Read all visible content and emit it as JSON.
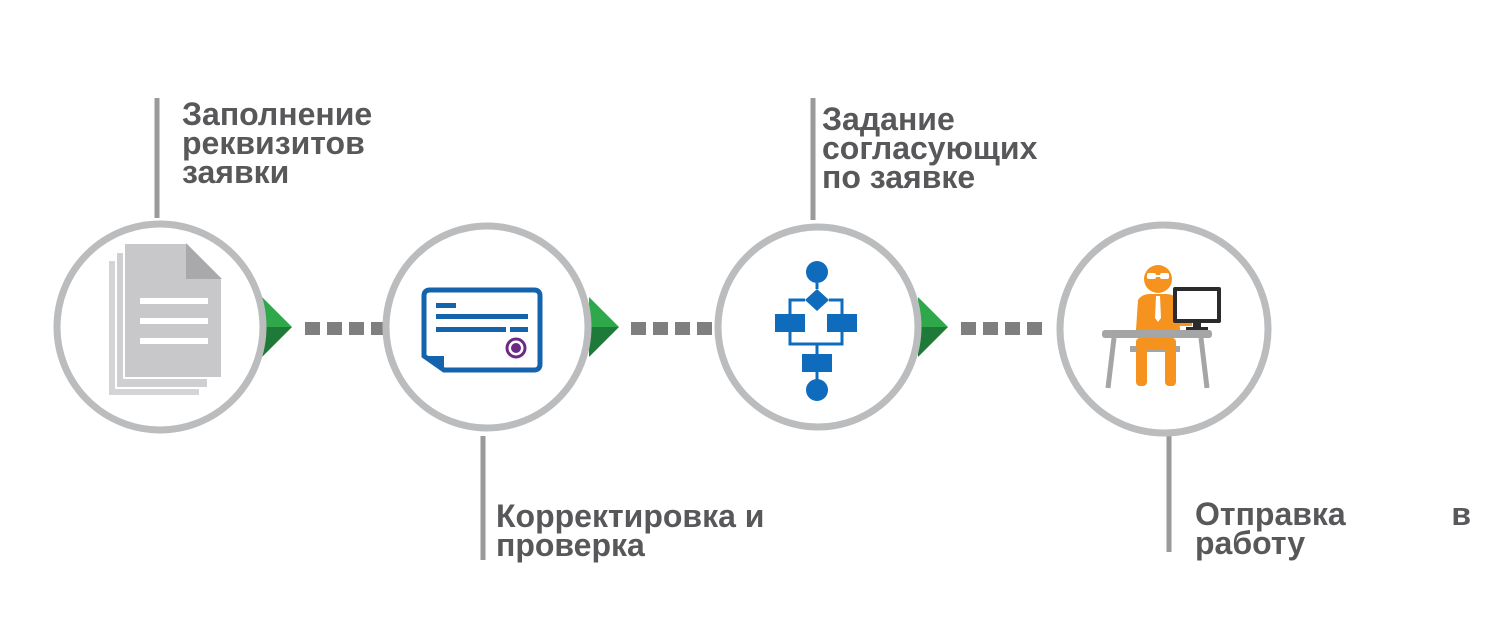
{
  "steps": [
    {
      "id": "fill",
      "icon": "document-stack-icon",
      "label_lines": [
        "Заполнение",
        "реквизитов",
        "заявки"
      ]
    },
    {
      "id": "check",
      "icon": "application-form-icon",
      "label_lines": [
        "Корректировка и",
        "проверка"
      ]
    },
    {
      "id": "approvers",
      "icon": "flowchart-icon",
      "label_lines": [
        "Задание",
        "согласующих",
        "по заявке"
      ]
    },
    {
      "id": "send",
      "icon": "worker-at-computer-icon",
      "label_lines": [
        "Отправка в",
        "работу"
      ]
    }
  ],
  "colors": {
    "text": "#58585a",
    "ring": "#bbbcbe",
    "connector_line": "#9a9a9b",
    "dots": "#7f7f80",
    "arrow_light": "#2ea84a",
    "arrow_dark": "#1d7a38",
    "doc": "#c8c8ca",
    "doc_dark": "#a9a9ab",
    "form_blue": "#1464ad",
    "form_stamp": "#6d2a84",
    "flow_blue": "#0f6cbd",
    "person_orange": "#f6921e",
    "desk_gray": "#a4a5a7",
    "monitor": "#2b2b2b"
  }
}
